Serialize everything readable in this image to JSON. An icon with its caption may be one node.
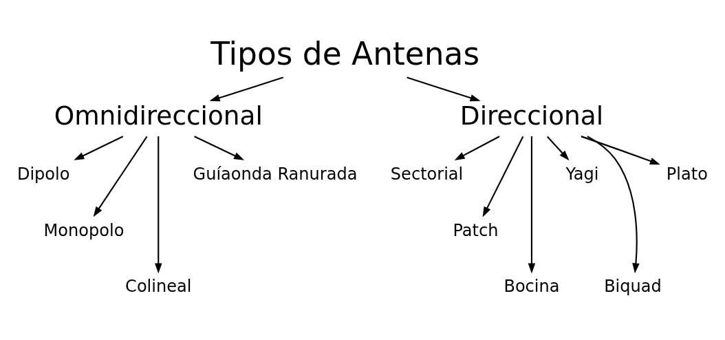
{
  "diagram": {
    "nodes": [
      {
        "text": [
          "Tipos de Antenas"
        ]
      },
      {
        "text": [
          "Omnidireccional"
        ]
      },
      {
        "text": [
          "Direccional"
        ]
      },
      {
        "text": [
          "Dipolo"
        ]
      },
      {
        "text": [
          "Monopolo"
        ]
      },
      {
        "text": [
          "Colineal"
        ]
      },
      {
        "text": [
          "Guíaonda Ranurada"
        ]
      },
      {
        "text": [
          "Sectorial"
        ]
      },
      {
        "text": [
          "Patch"
        ]
      },
      {
        "text": [
          "Bocina"
        ]
      },
      {
        "text": [
          "Yagi"
        ]
      },
      {
        "text": [
          "Biquad"
        ]
      },
      {
        "text": [
          "Plato"
        ]
      }
    ],
    "edges": [
      {
        "from": 0,
        "to": 1,
        "arrow": "to"
      },
      {
        "from": 0,
        "to": 2,
        "arrow": "to"
      },
      {
        "from": 1,
        "to": 3,
        "arrow": "to"
      },
      {
        "from": 1,
        "to": 4,
        "arrow": "to"
      },
      {
        "from": 1,
        "to": 5,
        "arrow": "to"
      },
      {
        "from": 1,
        "to": 6,
        "arrow": "to"
      },
      {
        "from": 2,
        "to": 7,
        "arrow": "to"
      },
      {
        "from": 2,
        "to": 8,
        "arrow": "to"
      },
      {
        "from": 2,
        "to": 9,
        "arrow": "to"
      },
      {
        "from": 2,
        "to": 10,
        "arrow": "to"
      },
      {
        "from": 2,
        "to": 11,
        "arrow": "to"
      },
      {
        "from": 2,
        "to": 12,
        "arrow": "to"
      }
    ]
  }
}
